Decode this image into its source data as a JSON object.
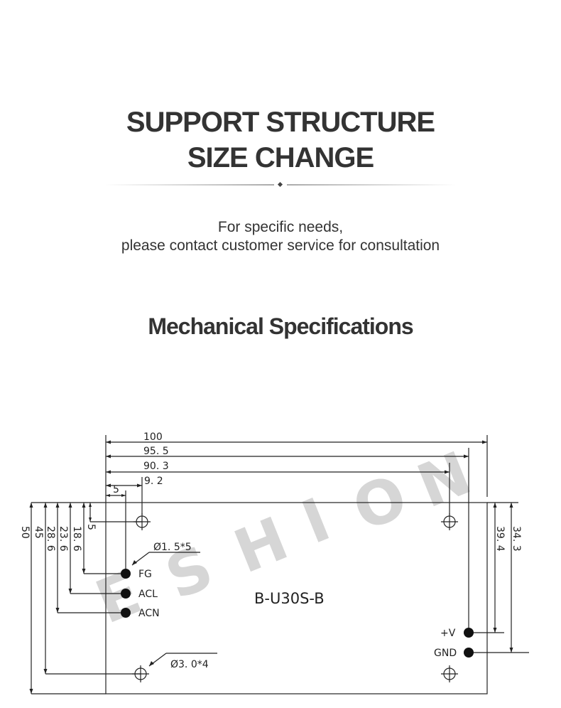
{
  "header": {
    "title_line1": "SUPPORT STRUCTURE",
    "title_line2": "SIZE CHANGE",
    "subtitle_line1": "For specific needs,",
    "subtitle_line2": "please contact customer service for consultation",
    "section_title": "Mechanical Specifications"
  },
  "drawing": {
    "model": "B-U30S-B",
    "watermark": "ESHION",
    "dims_top": [
      "100",
      "95. 5",
      "90. 3",
      "9. 2",
      "5"
    ],
    "dims_left": [
      "50",
      "45",
      "28. 6",
      "23. 6",
      "18. 6",
      "5"
    ],
    "dims_right": [
      "39. 4",
      "34. 3"
    ],
    "pins_left": [
      "FG",
      "ACL",
      "ACN"
    ],
    "pins_right": [
      "+V",
      "GND"
    ],
    "hole_small": "Ø1. 5*5",
    "hole_large": "Ø3. 0*4"
  },
  "colors": {
    "text": "#333333",
    "line": "#222222",
    "watermark": "#d6d6d6"
  }
}
